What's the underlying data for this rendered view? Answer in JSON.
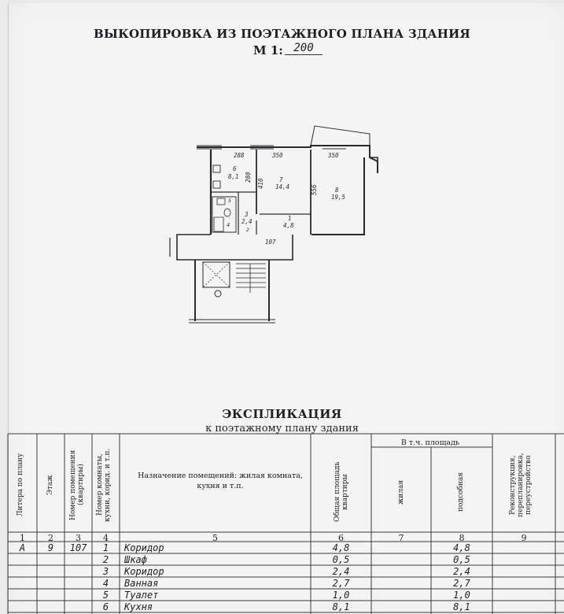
{
  "document": {
    "title": "ВЫКОПИРОВКА ИЗ ПОЭТАЖНОГО ПЛАНА ЗДАНИЯ",
    "scale_label": "М 1:",
    "scale_value": "200"
  },
  "plan": {
    "dims": [
      "288",
      "350",
      "350",
      "280",
      "410",
      "556",
      "107"
    ],
    "rooms": [
      {
        "num": "6",
        "area": "8,1"
      },
      {
        "num": "7",
        "area": "14,4"
      },
      {
        "num": "8",
        "area": "19,5"
      },
      {
        "num": "5",
        "area": ""
      },
      {
        "num": "3",
        "area": "2,4"
      },
      {
        "num": "1",
        "area": "4,8"
      },
      {
        "num": "4",
        "area": ""
      },
      {
        "num": "2",
        "area": ""
      }
    ]
  },
  "explication": {
    "title": "ЭКСПЛИКАЦИЯ",
    "subtitle": "к поэтажному плану здания",
    "headers": {
      "c1": "Литера по плану",
      "c2": "Этаж",
      "c3": "Номер помещения (квартиры)",
      "c4": "Номер комнаты, кухни, корид. и т.п.",
      "c5": "Назначение помещений: жилая комната, кухня и т.п.",
      "c6": "Общая площадь квартиры",
      "incl": "В т.ч. площадь",
      "c7": "жилая",
      "c8": "подсобная",
      "c9": "Реконструкция, перепланировка, переустройство"
    },
    "col_numbers": [
      "1",
      "2",
      "3",
      "4",
      "5",
      "6",
      "7",
      "8",
      "9"
    ],
    "rows": [
      {
        "litera": "А",
        "floor": "9",
        "apt": "107",
        "room": "1",
        "name": "Коридор",
        "total": "4,8",
        "living": "",
        "aux": "4,8"
      },
      {
        "litera": "",
        "floor": "",
        "apt": "",
        "room": "2",
        "name": "Шкаф",
        "total": "0,5",
        "living": "",
        "aux": "0,5"
      },
      {
        "litera": "",
        "floor": "",
        "apt": "",
        "room": "3",
        "name": "Коридор",
        "total": "2,4",
        "living": "",
        "aux": "2,4"
      },
      {
        "litera": "",
        "floor": "",
        "apt": "",
        "room": "4",
        "name": "Ванная",
        "total": "2,7",
        "living": "",
        "aux": "2,7"
      },
      {
        "litera": "",
        "floor": "",
        "apt": "",
        "room": "5",
        "name": "Туалет",
        "total": "1,0",
        "living": "",
        "aux": "1,0"
      },
      {
        "litera": "",
        "floor": "",
        "apt": "",
        "room": "6",
        "name": "Кухня",
        "total": "8,1",
        "living": "",
        "aux": "8,1"
      }
    ]
  }
}
